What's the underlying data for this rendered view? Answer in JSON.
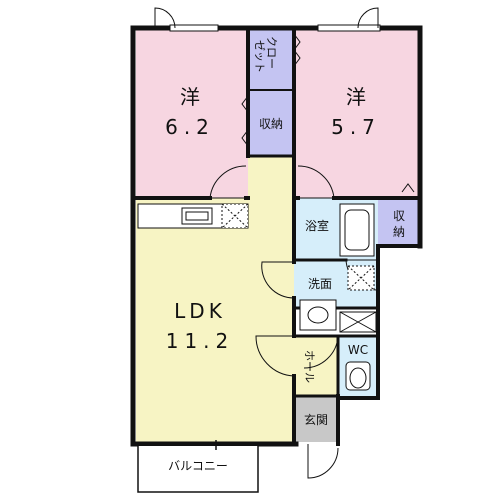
{
  "colors": {
    "wall": "#111111",
    "western_room": "#f7d6e1",
    "ldk": "#f7f4c4",
    "wet_area": "#d6eefa",
    "storage": "#c4c4f2",
    "hall": "#f7f4c4",
    "entrance": "#c8c8c8",
    "toilet": "#d6eefa",
    "balcony": "#ffffff"
  },
  "rooms": {
    "western1": {
      "name": "洋",
      "size": "6.2"
    },
    "western2": {
      "name": "洋",
      "size": "5.7"
    },
    "ldk": {
      "name": "LDK",
      "size": "11.2"
    },
    "closet": {
      "label_line1": "クロー",
      "label_line2": "ゼット"
    },
    "storage1": {
      "label": "収納"
    },
    "storage2": {
      "label_line1": "収",
      "label_line2": "納"
    },
    "bathroom": {
      "label": "浴室"
    },
    "washroom": {
      "label": "洗面"
    },
    "wc": {
      "label": "WC"
    },
    "hall": {
      "label": "ホール"
    },
    "entrance": {
      "label": "玄関"
    },
    "balcony": {
      "label": "バルコニー"
    }
  }
}
